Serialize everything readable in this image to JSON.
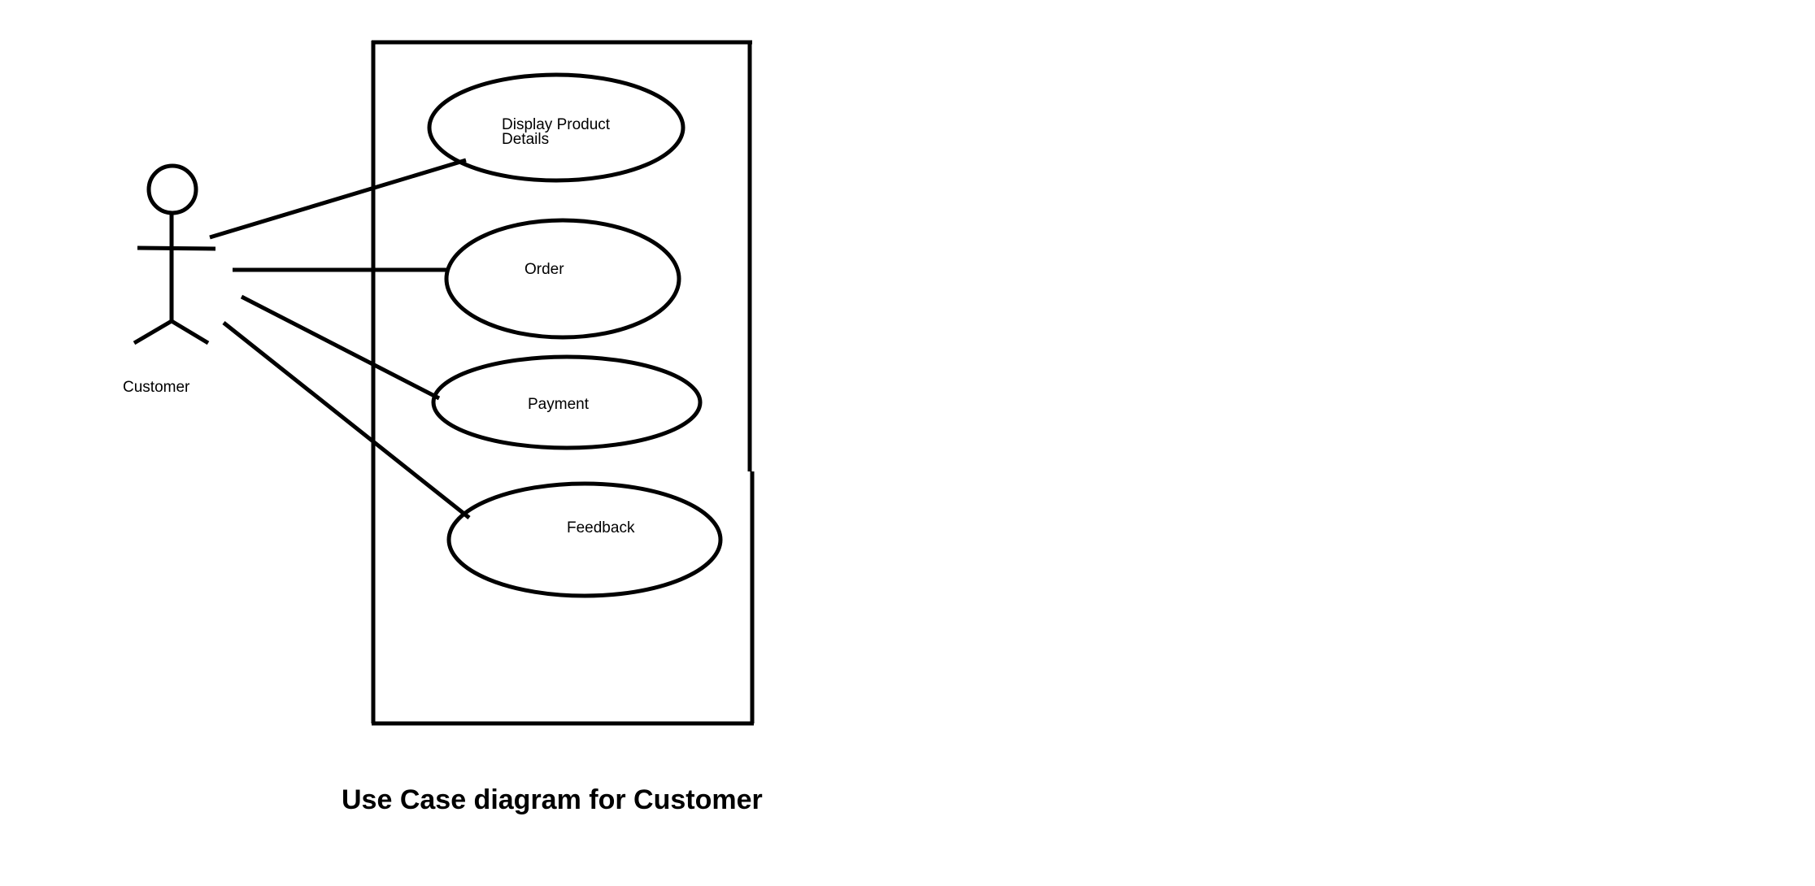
{
  "actor": {
    "name": "Customer"
  },
  "use_cases": [
    {
      "id": "display",
      "lines": [
        "Display Product",
        "Details"
      ]
    },
    {
      "id": "order",
      "lines": [
        "Order"
      ]
    },
    {
      "id": "payment",
      "lines": [
        "Payment"
      ]
    },
    {
      "id": "feedback",
      "lines": [
        "Feedback"
      ]
    }
  ],
  "caption": "Use Case diagram for Customer",
  "colors": {
    "stroke": "#000000",
    "background": "#ffffff"
  }
}
